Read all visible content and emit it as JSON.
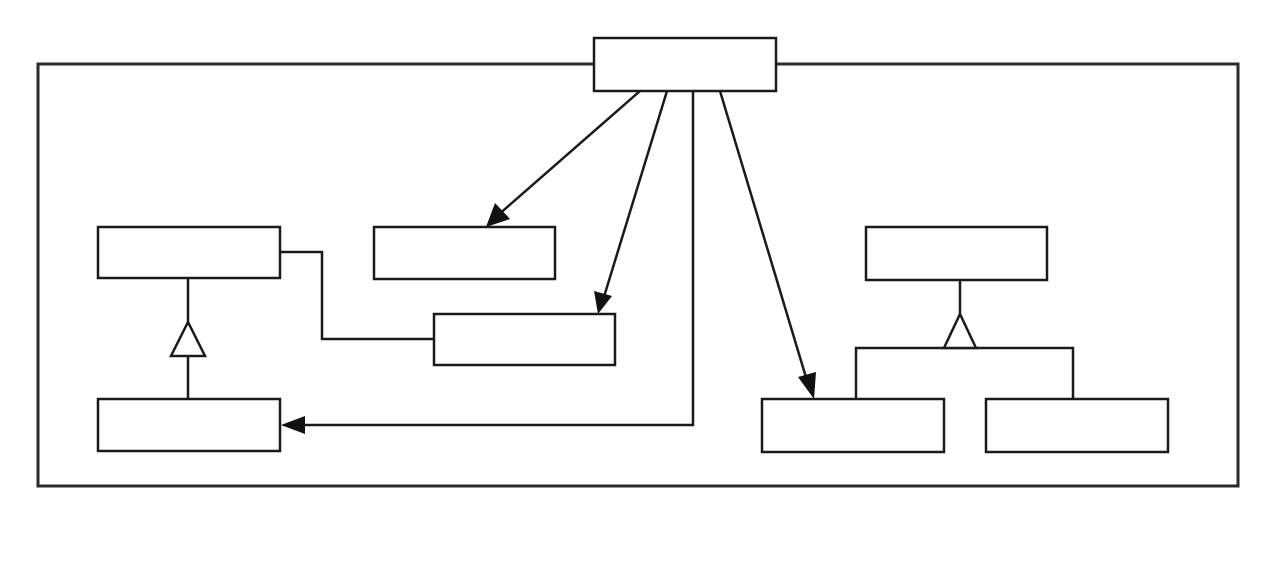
{
  "diagram": {
    "type": "class-diagram",
    "colors": {
      "line": "#1a1a1a",
      "frame": "#2a2a2a",
      "fill": "#ffffff"
    },
    "boxes": [
      {
        "id": "facade",
        "label": ""
      },
      {
        "id": "left-super",
        "label": ""
      },
      {
        "id": "left-sub",
        "label": ""
      },
      {
        "id": "mid-upper",
        "label": ""
      },
      {
        "id": "mid-lower",
        "label": ""
      },
      {
        "id": "right-super",
        "label": ""
      },
      {
        "id": "right-sub-a",
        "label": ""
      },
      {
        "id": "right-sub-b",
        "label": ""
      }
    ],
    "associations": [
      {
        "from": "facade",
        "to": "mid-upper",
        "kind": "navigable"
      },
      {
        "from": "facade",
        "to": "mid-lower",
        "kind": "navigable"
      },
      {
        "from": "facade",
        "to": "left-sub",
        "kind": "navigable"
      },
      {
        "from": "facade",
        "to": "right-sub-a",
        "kind": "navigable"
      },
      {
        "from": "left-super",
        "to": "mid-lower",
        "kind": "plain"
      }
    ],
    "generalizations": [
      {
        "parent": "left-super",
        "children": [
          "left-sub"
        ]
      },
      {
        "parent": "right-super",
        "children": [
          "right-sub-a",
          "right-sub-b"
        ]
      }
    ]
  }
}
